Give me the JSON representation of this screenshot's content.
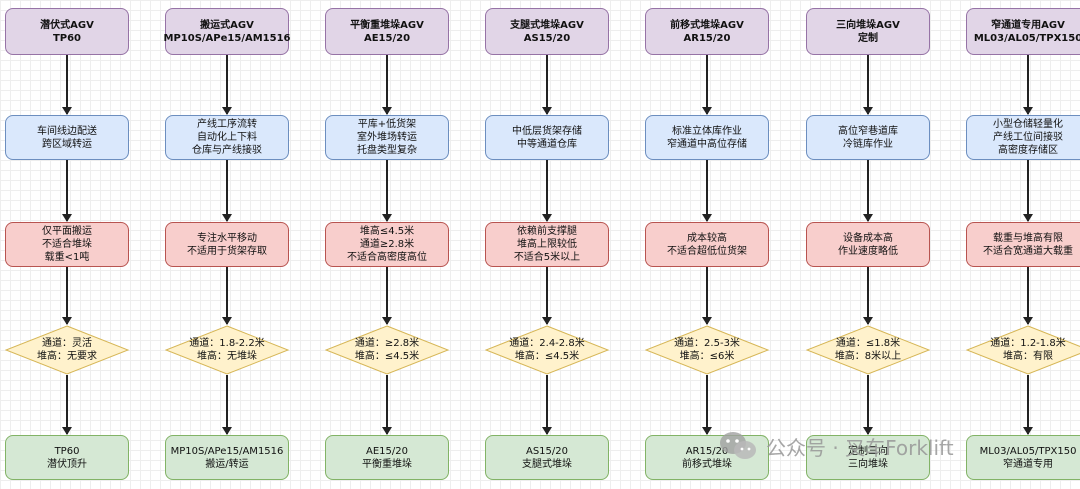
{
  "flowchart": {
    "columns": [
      {
        "title": "潜伏式AGV\nTP60",
        "scenario": "车间线边配送\n跨区域转运",
        "limitation": "仅平面搬运\n不适合堆垛\n载重<1吨",
        "condition": "通道：灵活\n堆高：无要求",
        "result": "TP60\n潜伏顶升"
      },
      {
        "title": "搬运式AGV\nMP10S/APe15/AM1516",
        "scenario": "产线工序流转\n自动化上下料\n仓库与产线接驳",
        "limitation": "专注水平移动\n不适用于货架存取",
        "condition": "通道：1.8-2.2米\n堆高：无堆垛",
        "result": "MP10S/APe15/AM1516\n搬运/转运"
      },
      {
        "title": "平衡重堆垛AGV\nAE15/20",
        "scenario": "平库+低货架\n室外堆场转运\n托盘类型复杂",
        "limitation": "堆高≤4.5米\n通道≥2.8米\n不适合高密度高位",
        "condition": "通道：≥2.8米\n堆高：≤4.5米",
        "result": "AE15/20\n平衡重堆垛"
      },
      {
        "title": "支腿式堆垛AGV\nAS15/20",
        "scenario": "中低层货架存储\n中等通道仓库",
        "limitation": "依赖前支撑腿\n堆高上限较低\n不适合5米以上",
        "condition": "通道：2.4-2.8米\n堆高：≤4.5米",
        "result": "AS15/20\n支腿式堆垛"
      },
      {
        "title": "前移式堆垛AGV\nAR15/20",
        "scenario": "标准立体库作业\n窄通道中高位存储",
        "limitation": "成本较高\n不适合超低位货架",
        "condition": "通道：2.5-3米\n堆高：≤6米",
        "result": "AR15/20\n前移式堆垛"
      },
      {
        "title": "三向堆垛AGV\n定制",
        "scenario": "高位窄巷道库\n冷链库作业",
        "limitation": "设备成本高\n作业速度略低",
        "condition": "通道：≤1.8米\n堆高：8米以上",
        "result": "定制三向\n三向堆垛"
      },
      {
        "title": "窄通道专用AGV\nML03/AL05/TPX150",
        "scenario": "小型仓储轻量化\n产线工位间接驳\n高密度存储区",
        "limitation": "载重与堆高有限\n不适合宽通道大载重",
        "condition": "通道：1.2-1.8米\n堆高：有限",
        "result": "ML03/AL05/TPX150\n窄通道专用"
      }
    ]
  },
  "watermark": {
    "text": "公众号 · 叉车Forklift",
    "icon": "wechat-icon"
  },
  "colors": {
    "title_fill": "#e1d5e7",
    "title_stroke": "#9673a6",
    "scenario_fill": "#dae8fc",
    "scenario_stroke": "#6c8ebf",
    "limitation_fill": "#f8cecc",
    "limitation_stroke": "#b85450",
    "condition_fill": "#fff2cc",
    "condition_stroke": "#d6b656",
    "result_fill": "#d5e8d4",
    "result_stroke": "#82b366"
  }
}
